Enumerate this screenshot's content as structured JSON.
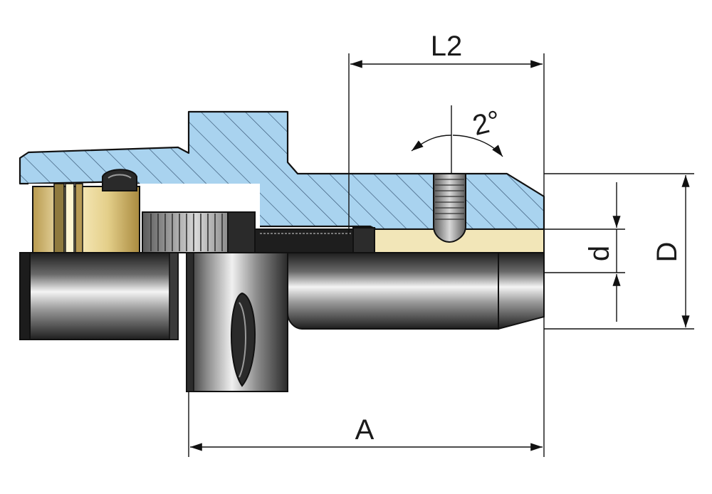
{
  "dimensions": {
    "overall_length": "A",
    "projection_length": "L2",
    "bore_diameter": "d",
    "outer_diameter": "D",
    "taper_angle": "2°"
  },
  "colors": {
    "section_fill": "#a9d3ef",
    "hatch": "#3b5a78",
    "brass": "#ead89e",
    "brass_dark": "#b89a4e",
    "steel_dark": "#2c2c2c",
    "steel_light": "#f2f2f2",
    "outline": "#111111"
  }
}
